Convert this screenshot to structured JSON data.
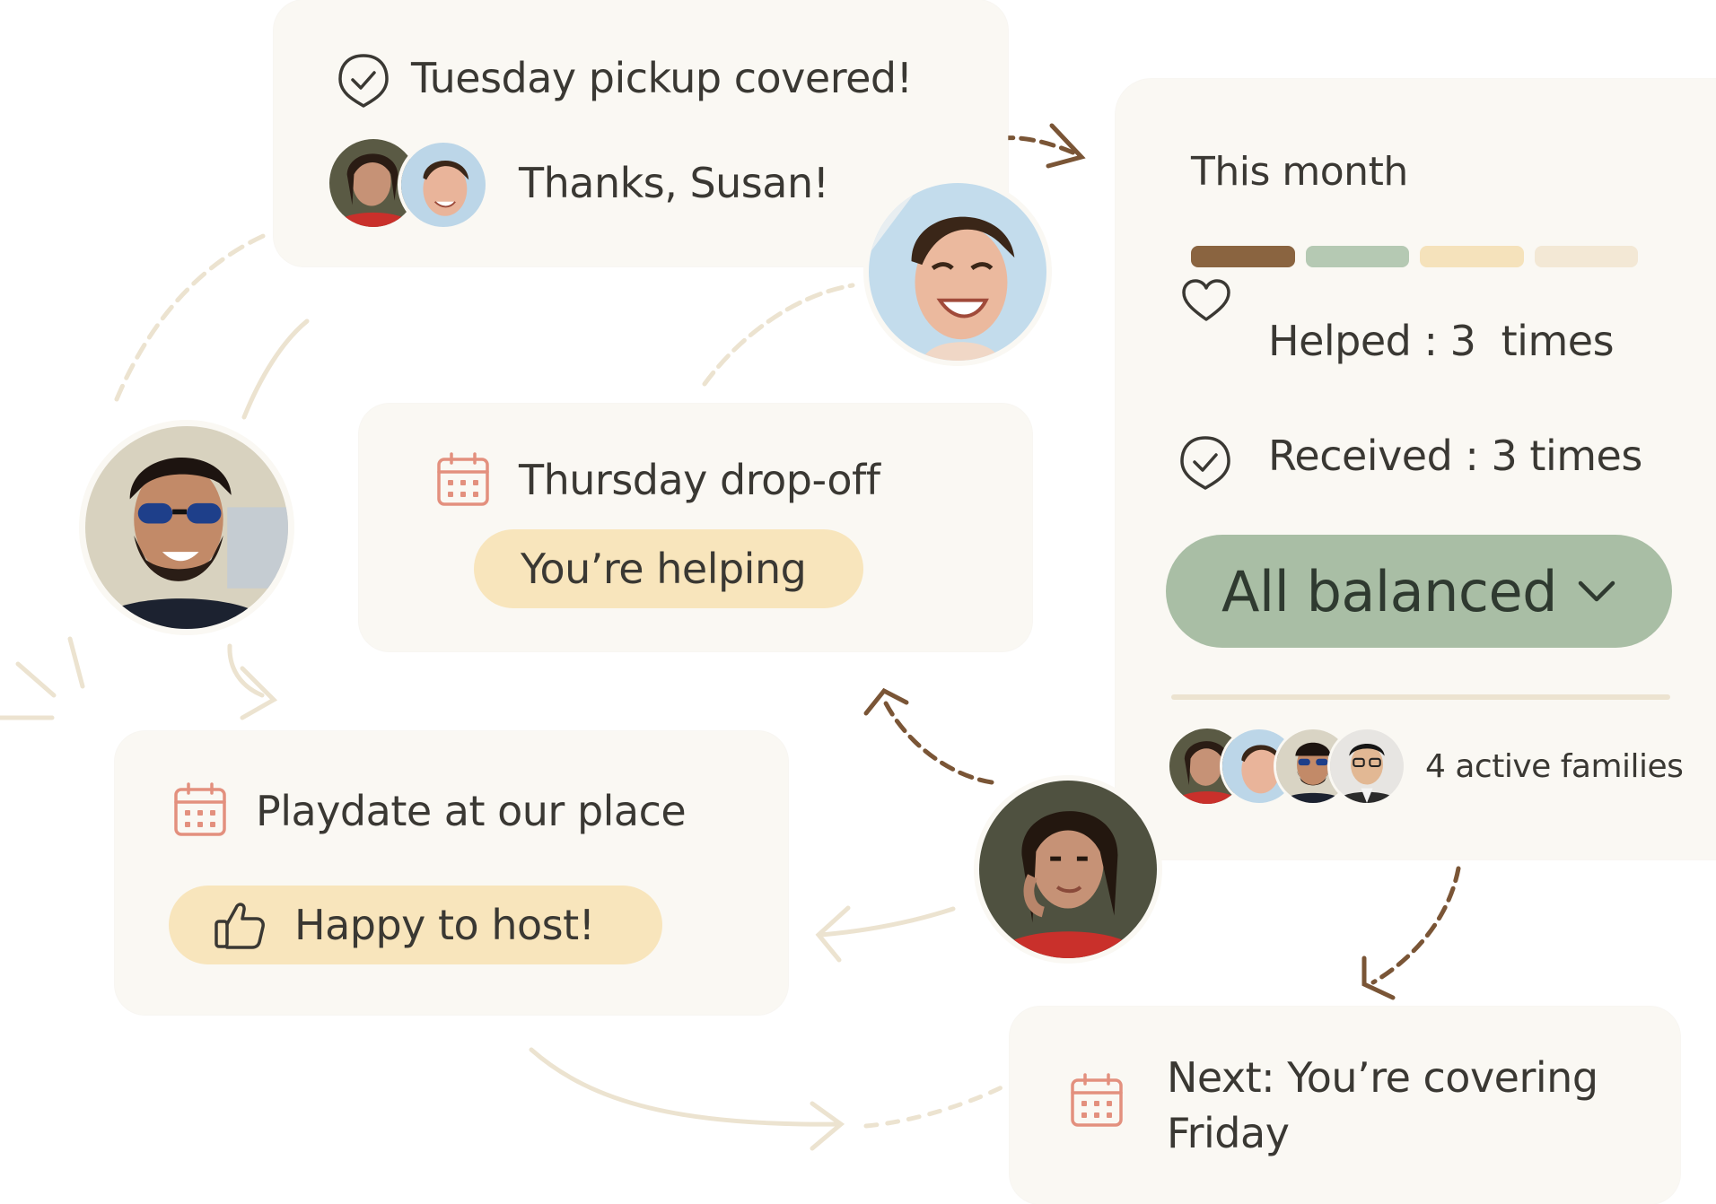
{
  "tuesday_card": {
    "title": "Tuesday pickup covered!",
    "message": "Thanks, Susan!"
  },
  "thursday_card": {
    "title": "Thursday drop-off",
    "status": "You’re helping"
  },
  "playdate_card": {
    "title": "Playdate at our place",
    "action": "Happy to host!"
  },
  "next_card": {
    "line1": "Next: You’re covering",
    "line2": "Friday"
  },
  "month_panel": {
    "title": "This month",
    "helped_label": "Helped",
    "helped_sep": ":",
    "helped_value": "3  times",
    "received_label": "Received",
    "received_sep": ":",
    "received_value": "3 times",
    "balance_button": "All balanced",
    "families": "4 active families",
    "bar_colors": [
      "#8a6440",
      "#b5c9b3",
      "#f5e2bb",
      "#f3e8d5"
    ]
  },
  "colors": {
    "card_bg": "#faf8f3",
    "accent_green": "#a9bea5",
    "accent_yellow": "#f8e5bc",
    "calendar_icon": "#e3907e",
    "arrow_light": "#ece3d0",
    "arrow_dark": "#7a5536"
  }
}
